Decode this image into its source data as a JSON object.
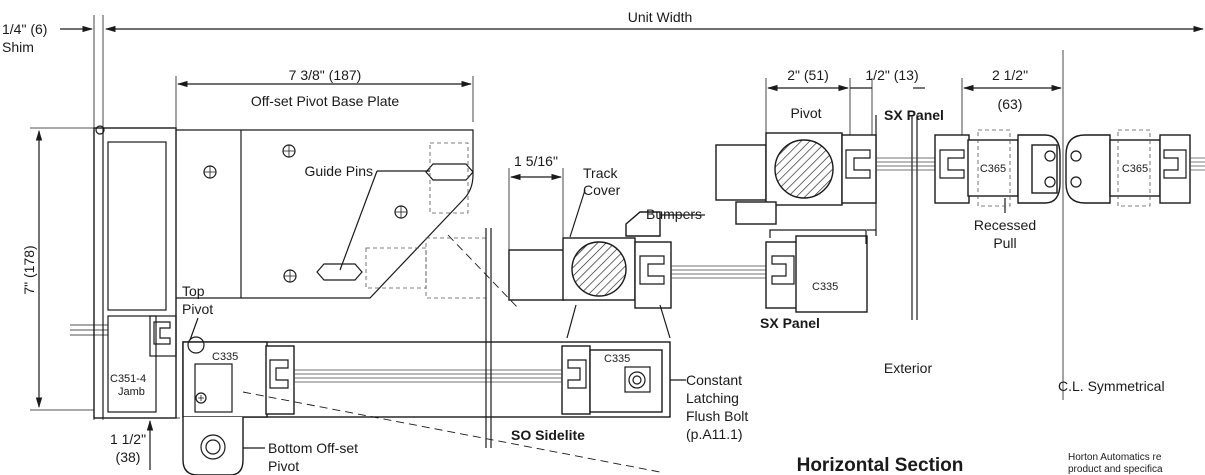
{
  "dimensions": {
    "shim": "1/4\" (6)",
    "shim_label": "Shim",
    "unit_width": "Unit Width",
    "base_plate_width": "7 3/8\" (187)",
    "depth": "7\" (178)",
    "pivot_width": "2\" (51)",
    "gap": "1/2\" (13)",
    "panel_offset": "2 1/2\"",
    "panel_offset_mm": "(63)",
    "track_cover_offset": "1 5/16\"",
    "bottom_offset_in": "1 1/2\"",
    "bottom_offset_mm": "(38)"
  },
  "labels": {
    "base_plate": "Off-set Pivot Base Plate",
    "guide_pins": "Guide Pins",
    "top_pivot_1": "Top",
    "top_pivot_2": "Pivot",
    "bottom_pivot_1": "Bottom Off-set",
    "bottom_pivot_2": "Pivot",
    "jamb_1": "C351-4",
    "jamb_2": "Jamb",
    "c335_left": "C335",
    "c335_mid": "C335",
    "c335_right": "C335",
    "c365_left": "C365",
    "c365_right": "C365",
    "track_cover_1": "Track",
    "track_cover_2": "Cover",
    "bumpers": "Bumpers",
    "pivot": "Pivot",
    "sx_panel_top": "SX Panel",
    "sx_panel_mid": "SX Panel",
    "so_sidelite": "SO Sidelite",
    "flush_bolt_1": "Constant",
    "flush_bolt_2": "Latching",
    "flush_bolt_3": "Flush Bolt",
    "flush_bolt_4": "(p.A11.1)",
    "recessed_pull_1": "Recessed",
    "recessed_pull_2": "Pull",
    "exterior": "Exterior",
    "symmetry": "C.L. Symmetrical"
  },
  "title": "Horizontal Section",
  "footnote": {
    "line1": "Horton Automatics re",
    "line2": "product and specifica"
  }
}
